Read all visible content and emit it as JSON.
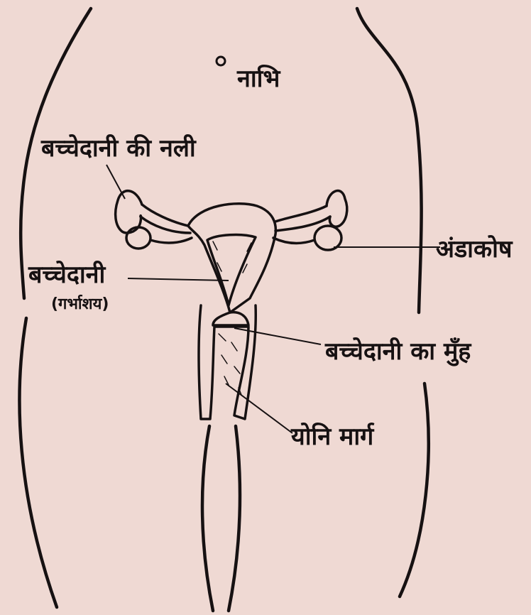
{
  "labels": {
    "navel": "नाभि",
    "fallopian_tube": "बच्चेदानी की नली",
    "uterus": "बच्चेदानी",
    "uterus_alt": "(गर्भाशय)",
    "ovary": "अंडाकोष",
    "cervix": "बच्चेदानी का मुँह",
    "vagina": "योनि मार्ग"
  },
  "colors": {
    "background": "#efd9d3",
    "ink": "#161112"
  }
}
